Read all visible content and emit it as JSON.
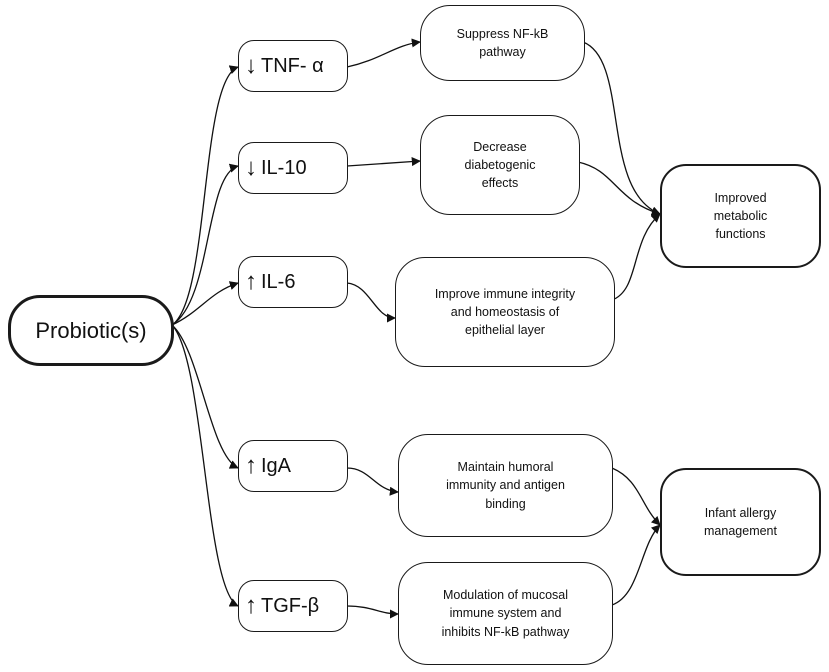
{
  "source": {
    "label": "Probiotic(s)"
  },
  "cytokines": [
    {
      "id": "tnf",
      "direction": "down",
      "arrow": "↓",
      "label": "TNF- α"
    },
    {
      "id": "il10",
      "direction": "down",
      "arrow": "↓",
      "label": "IL-10"
    },
    {
      "id": "il6",
      "direction": "up",
      "arrow": "↑",
      "label": "IL-6"
    },
    {
      "id": "iga",
      "direction": "up",
      "arrow": "↑",
      "label": "IgA"
    },
    {
      "id": "tgfb",
      "direction": "up",
      "arrow": "↑",
      "label": "TGF-β"
    }
  ],
  "effects": [
    {
      "id": "nfkb",
      "label": "Suppress NF-kB\npathway"
    },
    {
      "id": "diab",
      "label": "Decrease\ndiabetogenic\neffects"
    },
    {
      "id": "immune",
      "label": "Improve immune integrity\nand homeostasis of\nepithelial layer"
    },
    {
      "id": "humoral",
      "label": "Maintain humoral\nimmunity and antigen\nbinding"
    },
    {
      "id": "mucosal",
      "label": "Modulation of mucosal\nimmune system and\ninhibits NF-kB pathway"
    }
  ],
  "outcomes": [
    {
      "id": "metabolic",
      "label": "Improved\nmetabolic\nfunctions"
    },
    {
      "id": "allergy",
      "label": "Infant allergy\nmanagement"
    }
  ]
}
